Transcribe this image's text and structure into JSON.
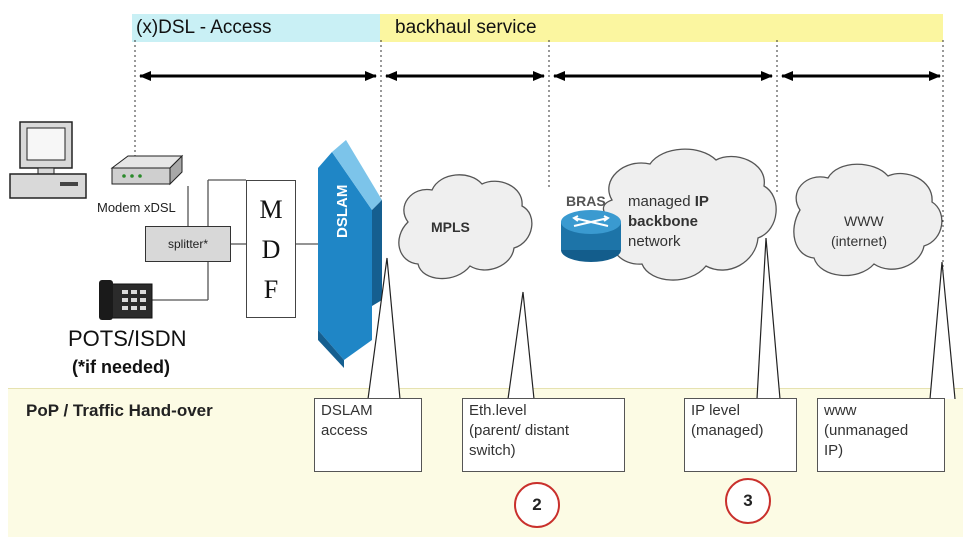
{
  "header": {
    "access_label": "(x)DSL - Access",
    "backhaul_label": "backhaul service"
  },
  "left": {
    "modem_label": "Modem xDSL",
    "splitter_label": "splitter*",
    "mdf_letters": [
      "M",
      "D",
      "F"
    ],
    "dslam_label": "DSLAM",
    "pots_label": "POTS/ISDN",
    "if_needed_label": "(*if needed)"
  },
  "clouds": {
    "mpls": "MPLS",
    "bras": "BRAS",
    "managed_line1": "managed",
    "managed_ip": "IP",
    "backbone": "backbone",
    "network": "network",
    "www": "WWW",
    "internet": "(internet)"
  },
  "pop": {
    "label": "PoP / Traffic Hand-over",
    "boxes": [
      {
        "line1": "DSLAM",
        "line2": "access",
        "line3": ""
      },
      {
        "line1": "Eth.level",
        "line2": "(parent/ distant",
        "line3": "switch)"
      },
      {
        "line1": "IP level",
        "line2": "(managed)",
        "line3": ""
      },
      {
        "line1": "www",
        "line2": "(unmanaged",
        "line3": "IP)"
      }
    ],
    "markers": [
      "2",
      "3"
    ]
  },
  "colors": {
    "access_band": "#c9f0f5",
    "backhaul_band": "#fbf6a0",
    "dslam_blue": "#1f86c6",
    "bras_blue": "#1d74a8",
    "marker_red": "#c9302c"
  }
}
